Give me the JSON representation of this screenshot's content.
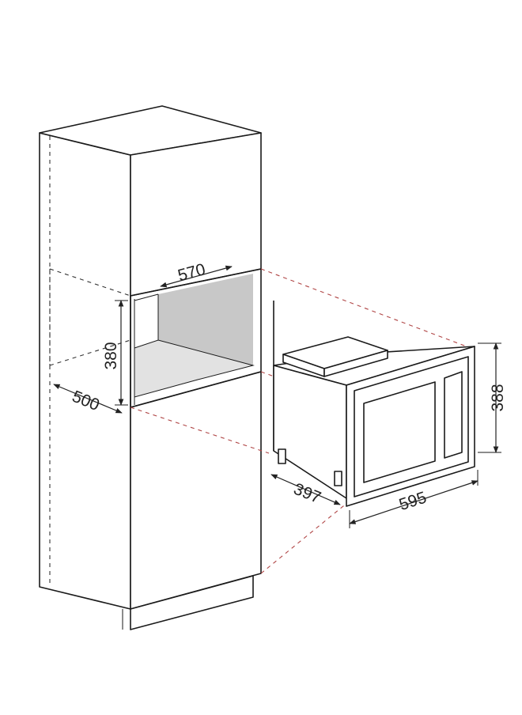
{
  "diagram": {
    "type": "installation-dimensions",
    "colors": {
      "line": "#1a1a1a",
      "cavity_back": "#c8c8c8",
      "cavity_floor": "#e2e2e2",
      "guide_red": "#b04545"
    },
    "dimensions": {
      "cavity_width": "570",
      "cavity_height": "380",
      "cavity_depth": "500",
      "appliance_depth": "397",
      "appliance_width": "595",
      "appliance_height": "388"
    }
  }
}
